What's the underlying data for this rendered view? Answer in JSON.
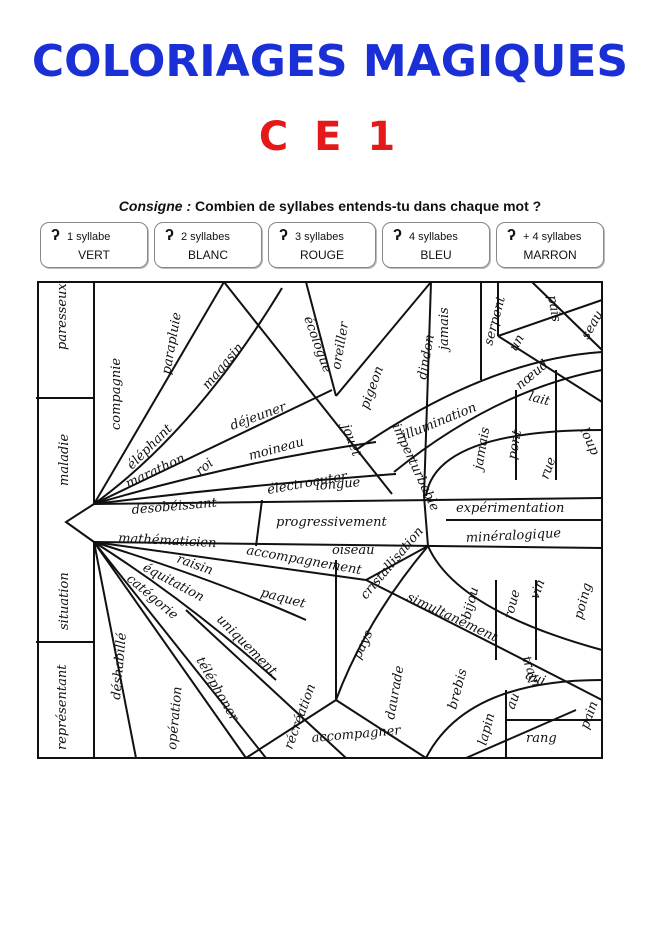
{
  "title": "COLORIAGES MAGIQUES",
  "subtitle": "C E 1",
  "instruction": {
    "label": "Consigne :",
    "text": "Combien de syllabes entends-tu dans chaque mot ?"
  },
  "legend": [
    {
      "icon": "ear-icon",
      "syllables": "1 syllabe",
      "color": "VERT"
    },
    {
      "icon": "ear-icon",
      "syllables": "2 syllabes",
      "color": "BLANC"
    },
    {
      "icon": "ear-icon",
      "syllables": "3 syllabes",
      "color": "ROUGE"
    },
    {
      "icon": "ear-icon",
      "syllables": "4 syllabes",
      "color": "BLEU"
    },
    {
      "icon": "ear-icon",
      "syllables": "+ 4 syllabes",
      "color": "MARRON"
    }
  ],
  "words": {
    "paresseux": "paresseux",
    "compagnie": "compagnie",
    "parapluie": "parapluie",
    "magasin": "magasin",
    "ecologue": "écologue",
    "oreiller": "oreiller",
    "jamais_top": "jamais",
    "serpent": "serpent",
    "un": "un",
    "pais": "pais",
    "seau": "seau",
    "elephant": "éléphant",
    "dejeuner": "déjeuner",
    "jouet": "jouet",
    "pigeon": "pigeon",
    "dindon": "dindon",
    "noeud": "nœud",
    "lait": "lait",
    "maladie": "maladie",
    "marathon": "marathon",
    "roi": "roi",
    "moineau": "moineau",
    "imperturbable": "imperturbable",
    "illumination": "illumination",
    "jamais": "jamais",
    "pont": "pont",
    "loup": "loup",
    "rue": "rue",
    "desobeissant": "désobéissant",
    "electrocuter": "électrocuter",
    "longue": "longue",
    "experimentation": "expérimentation",
    "progressivement": "progressivement",
    "mathematicien": "mathématicien",
    "accompagnement": "accompagnement",
    "oiseau": "oiseau",
    "cristallisation": "cristallisation",
    "mineralogique": "minéralogique",
    "raisin": "raisin",
    "equitation": "équitation",
    "categorie": "catégorie",
    "situation": "situation",
    "paquet": "paquet",
    "bijou": "bijou",
    "roue": "roue",
    "vin": "vin",
    "poing": "poing",
    "simultanement": "simultanément",
    "deshabille": "déshabillé",
    "uniquement": "uniquement",
    "pays": "pays",
    "train": "train",
    "representant": "représentant",
    "telephoner": "téléphoner",
    "daurade": "daurade",
    "brebis": "brebis",
    "qui": "qui",
    "au": "au",
    "operation": "opération",
    "recreation": "récréation",
    "lapin": "lapin",
    "pain": "pain",
    "rang": "rang",
    "accompagner": "accompagner"
  }
}
